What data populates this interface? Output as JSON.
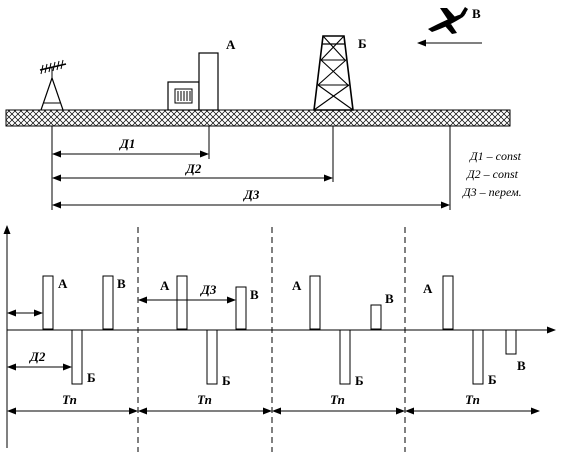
{
  "objects": {
    "a": "А",
    "b": "Б",
    "v": "В"
  },
  "distances": {
    "d1": "Д1",
    "d2": "Д2",
    "d3": "Д3"
  },
  "legend": {
    "d1": "Д1 – const",
    "d2": "Д2 – const",
    "d3": "Д3 – перем."
  },
  "timing": {
    "d2": "Д2",
    "d3": "Д3",
    "period": "Тп"
  }
}
